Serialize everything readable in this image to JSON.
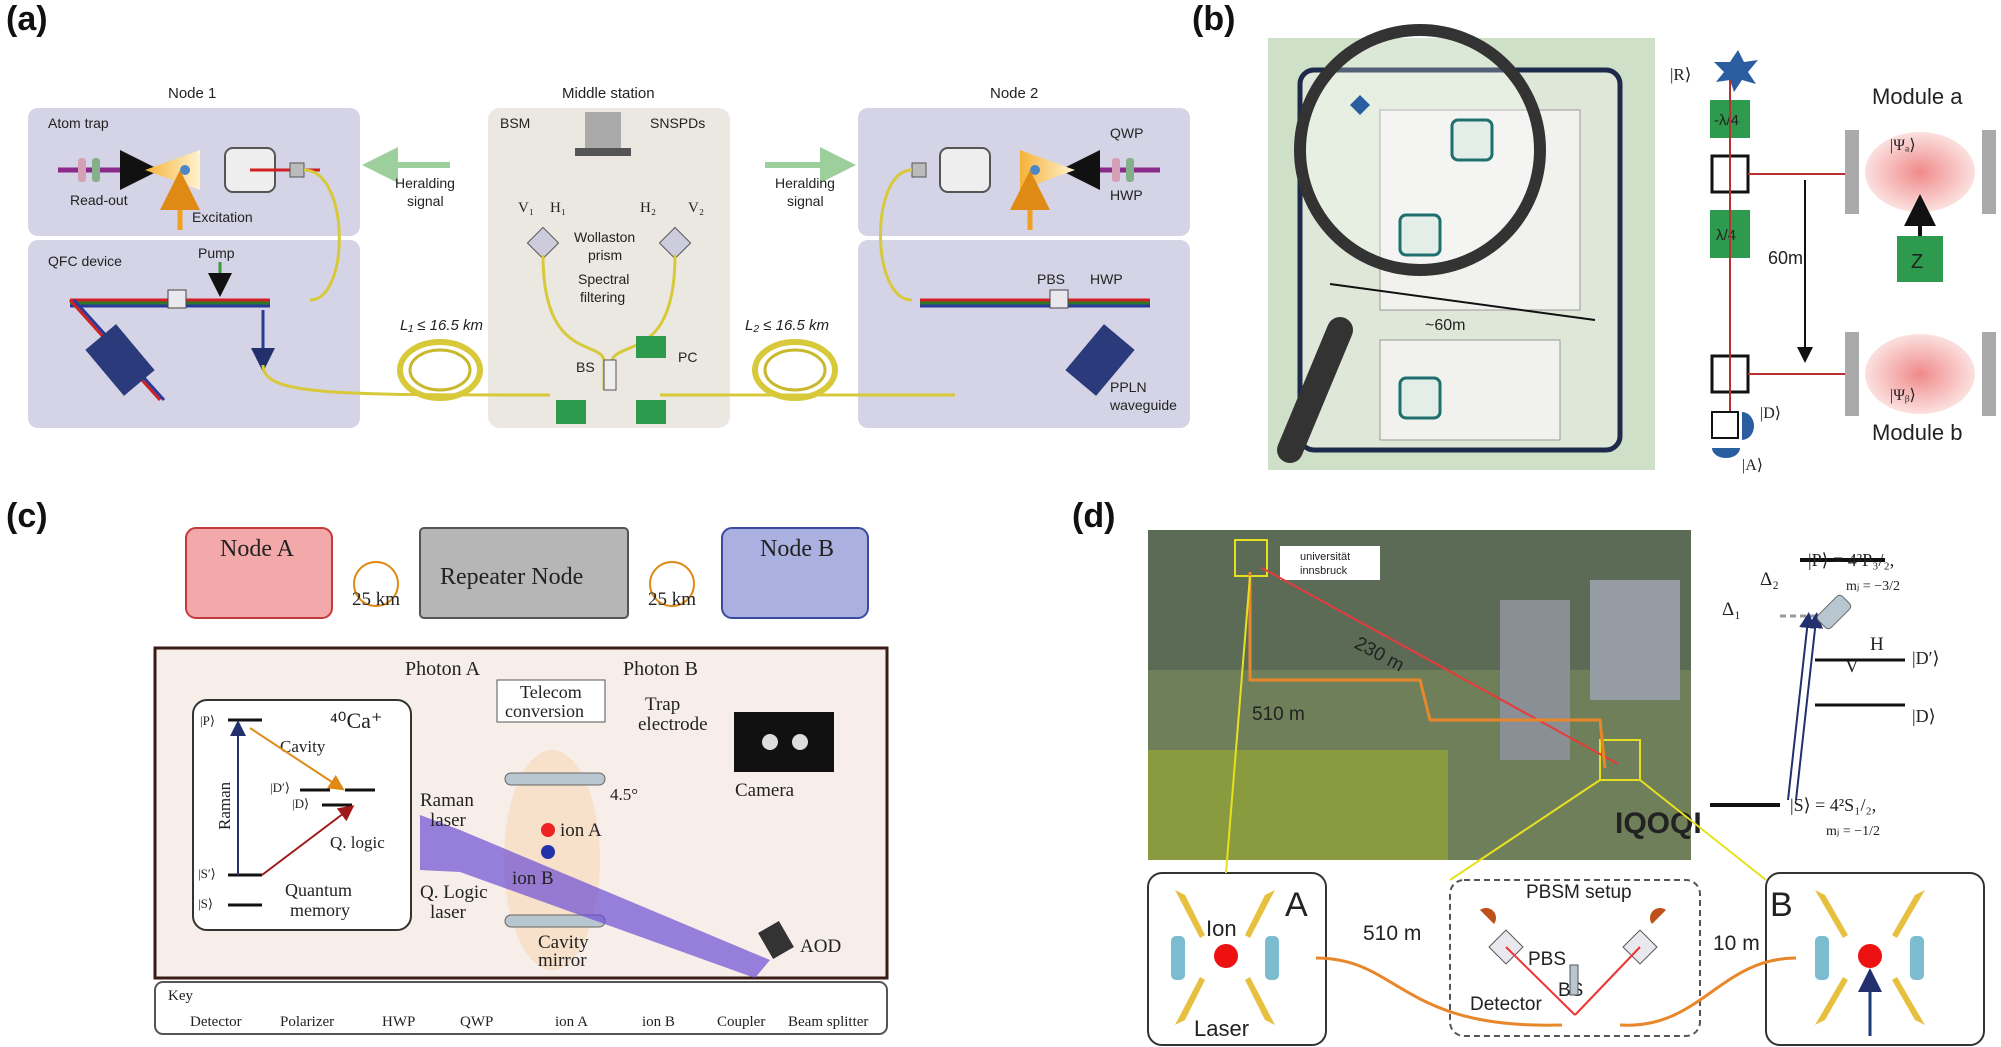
{
  "panels": {
    "a": {
      "tag": "(a)",
      "node1_title": "Node 1",
      "middle_title": "Middle station",
      "node2_title": "Node 2",
      "atom_trap": "Atom trap",
      "readout": "Read-out",
      "excitation": "Excitation",
      "qfc_device": "QFC device",
      "pump": "Pump",
      "bsm": "BSM",
      "snspds": "SNSPDs",
      "v1": "V₁",
      "h1": "H₁",
      "h2": "H₂",
      "v2": "V₂",
      "wollaston": "Wollaston",
      "prism": "prism",
      "spectral": "Spectral",
      "filtering": "filtering",
      "bs": "BS",
      "pc": "PC",
      "heralding1": "Heralding",
      "signal1": "signal",
      "heralding2": "Heralding",
      "signal2": "signal",
      "l1": "L₁ ≤ 16.5 km",
      "l2": "L₂ ≤ 16.5 km",
      "qwp": "QWP",
      "hwp": "HWP",
      "pbs": "PBS",
      "hwp2": "HWP",
      "ppln1": "PPLN",
      "ppln2": "waveguide"
    },
    "b": {
      "tag": "(b)",
      "dist": "~60m",
      "ket_r": "|R⟩",
      "minus_lambda4": "-λ/4",
      "lambda4": "λ/4",
      "module_a": "Module a",
      "psi_a": "|Ψₐ⟩",
      "sixty": "60m",
      "z": "Z",
      "psi_b": "|Ψᵦ⟩",
      "module_b": "Module b",
      "ket_d": "|D⟩",
      "ket_a": "|A⟩"
    },
    "c": {
      "tag": "(c)",
      "node_a": "Node A",
      "repeater": "Repeater Node",
      "node_b": "Node B",
      "km1": "25 km",
      "km2": "25 km",
      "photon_a": "Photon A",
      "photon_b": "Photon B",
      "telecom1": "Telecom",
      "telecom2": "conversion",
      "ion_species": "⁴⁰Ca⁺",
      "trap1": "Trap",
      "trap2": "electrode",
      "camera": "Camera",
      "p": "|P⟩",
      "cavity": "Cavity",
      "dprime": "|D′⟩",
      "d": "|D⟩",
      "raman": "Raman",
      "qlogic": "Q. logic",
      "sprime": "|S′⟩",
      "s": "|S⟩",
      "quantum": "Quantum",
      "memory": "memory",
      "angle": "4.5°",
      "raman_laser1": "Raman",
      "raman_laser2": "laser",
      "ion_a": "ion A",
      "ion_b": "ion B",
      "qlogic_laser1": "Q. Logic",
      "qlogic_laser2": "laser",
      "cavity_mirror1": "Cavity",
      "cavity_mirror2": "mirror",
      "aod": "AOD",
      "key": "Key",
      "key_items": [
        "Detector",
        "Polarizer",
        "HWP",
        "QWP",
        "ion A",
        "ion B",
        "Coupler",
        "Beam splitter"
      ]
    },
    "d": {
      "tag": "(d)",
      "uni1": "universität",
      "uni2": "innsbruck",
      "d230": "230 m",
      "d510": "510 m",
      "iqoqi": "IQOQI",
      "p_level": "|P⟩ = 4²P₃/₂,",
      "p_mj": "mⱼ = −3/2",
      "delta1": "Δ₁",
      "delta2": "Δ₂",
      "h": "H",
      "v": "V",
      "dprime": "|D′⟩",
      "d": "|D⟩",
      "s_level": "|S⟩ = 4²S₁/₂,",
      "s_mj": "mⱼ = −1/2",
      "a": "A",
      "b": "B",
      "ion": "Ion",
      "laser": "Laser",
      "fiber510": "510 m",
      "fiber10": "10 m",
      "pbsm": "PBSM setup",
      "pbs": "PBS",
      "bs": "BS",
      "detector": "Detector"
    }
  }
}
